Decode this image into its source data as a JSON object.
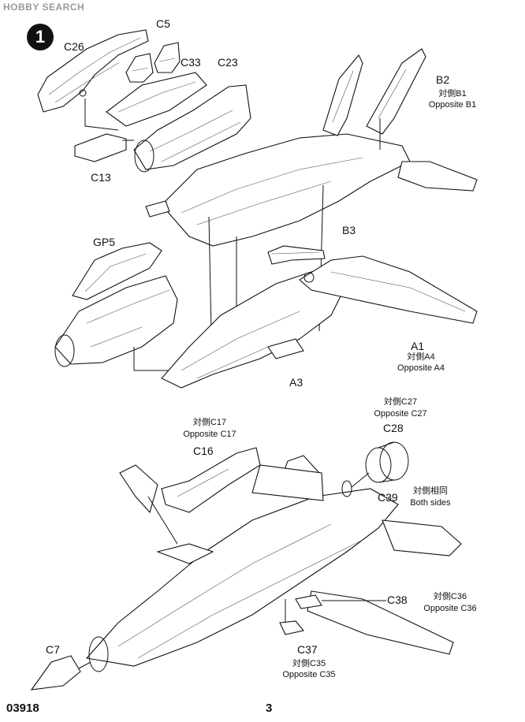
{
  "watermark": "HOBBY SEARCH",
  "step_number": "1",
  "labels": {
    "c26": "C26",
    "c5": "C5",
    "c33": "C33",
    "c23": "C23",
    "c13": "C13",
    "b2": "B2",
    "b1_cn": "対側B1",
    "b1_en": "Opposite B1",
    "b3": "B3",
    "gp5": "GP5",
    "a1": "A1",
    "a4_cn": "対側A4",
    "a4_en": "Opposite A4",
    "a3": "A3",
    "c27_cn": "対側C27",
    "c27_en": "Opposite C27",
    "c28": "C28",
    "c17_cn": "対側C17",
    "c17_en": "Opposite C17",
    "c16": "C16",
    "c39": "C39",
    "both_cn": "対側相同",
    "both_en": "Both sides",
    "c38": "C38",
    "c36_cn": "対側C36",
    "c36_en": "Opposite C36",
    "c7": "C7",
    "c37": "C37",
    "c35_cn": "対側C35",
    "c35_en": "Opposite C35"
  },
  "footer": {
    "code": "03918",
    "page": "3"
  }
}
